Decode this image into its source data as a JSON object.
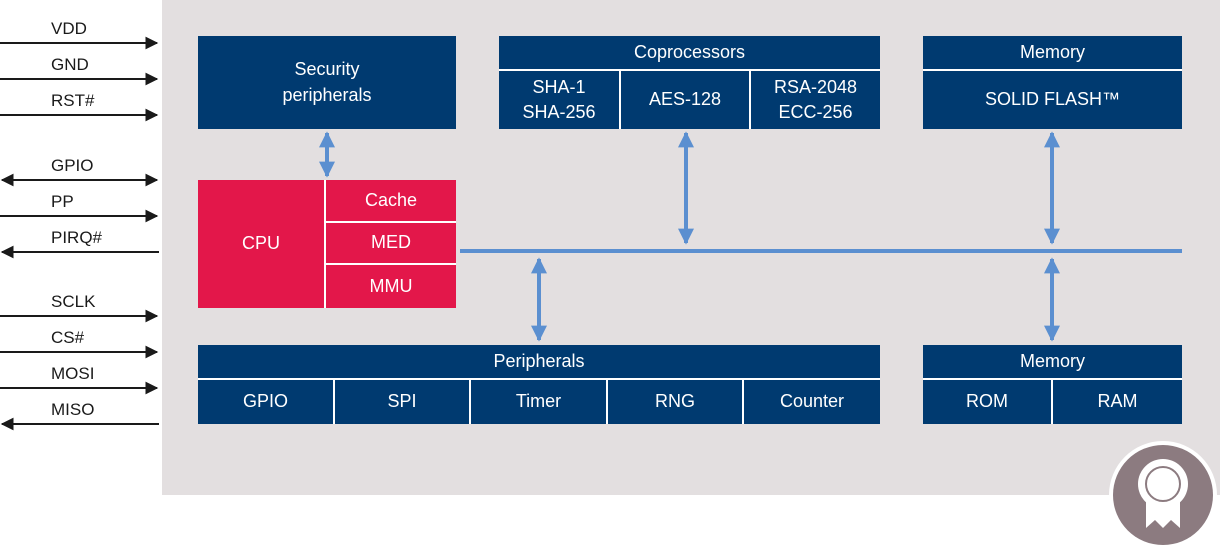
{
  "pins": {
    "power": [
      {
        "label": "VDD",
        "dir": "in"
      },
      {
        "label": "GND",
        "dir": "in"
      },
      {
        "label": "RST#",
        "dir": "in"
      }
    ],
    "gpio": [
      {
        "label": "GPIO",
        "dir": "bi"
      },
      {
        "label": "PP",
        "dir": "in"
      },
      {
        "label": "PIRQ#",
        "dir": "out"
      }
    ],
    "spi": [
      {
        "label": "SCLK",
        "dir": "in"
      },
      {
        "label": "CS#",
        "dir": "in"
      },
      {
        "label": "MOSI",
        "dir": "in"
      },
      {
        "label": "MISO",
        "dir": "out"
      }
    ]
  },
  "security": {
    "label": "Security\nperipherals"
  },
  "coprocessors": {
    "title": "Coprocessors",
    "cells": [
      "SHA-1\nSHA-256",
      "AES-128",
      "RSA-2048\nECC-256"
    ]
  },
  "memory_top": {
    "title": "Memory",
    "cells": [
      "SOLID FLASH™"
    ]
  },
  "cpu": {
    "label": "CPU",
    "cells": [
      "Cache",
      "MED",
      "MMU"
    ]
  },
  "peripherals": {
    "title": "Peripherals",
    "cells": [
      "GPIO",
      "SPI",
      "Timer",
      "RNG",
      "Counter"
    ]
  },
  "memory_bottom": {
    "title": "Memory",
    "cells": [
      "ROM",
      "RAM"
    ]
  },
  "colors": {
    "panel": "#e3dfe0",
    "block": "#003a70",
    "cpu": "#e3174a",
    "bus": "#5b8fd0",
    "badge": "#8c7b80"
  },
  "badge": {
    "icon": "award-rosette-icon"
  }
}
